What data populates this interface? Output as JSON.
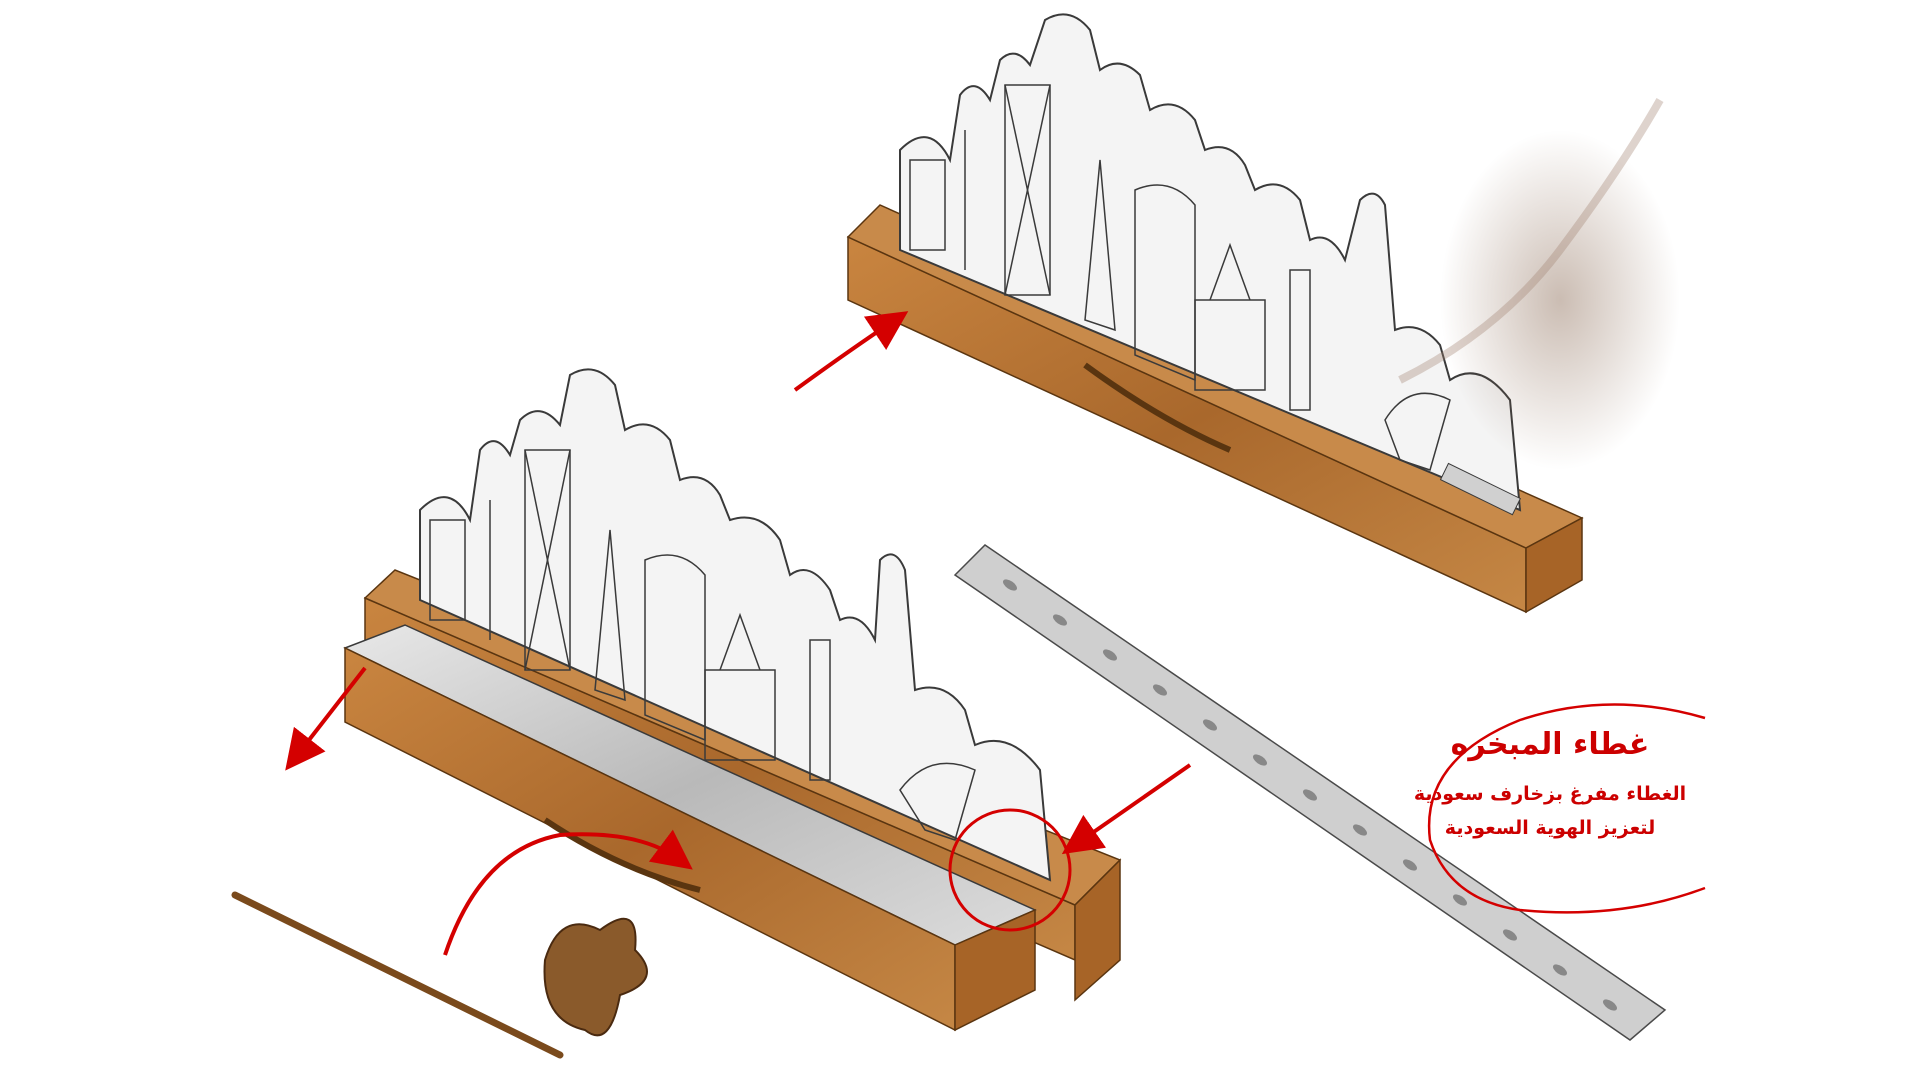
{
  "callout": {
    "title": "غطاء المبخره",
    "lines": [
      "الغطاء مفرغ بزخارف سعودية",
      "لتعزيز الهوية السعودية"
    ]
  },
  "colors": {
    "wood": "#b8702e",
    "wood_dark": "#8a4f1c",
    "metal": "#c9c9c9",
    "arrow": "#d40000",
    "outline": "#3a3a3a",
    "smoke": "#a08070"
  }
}
